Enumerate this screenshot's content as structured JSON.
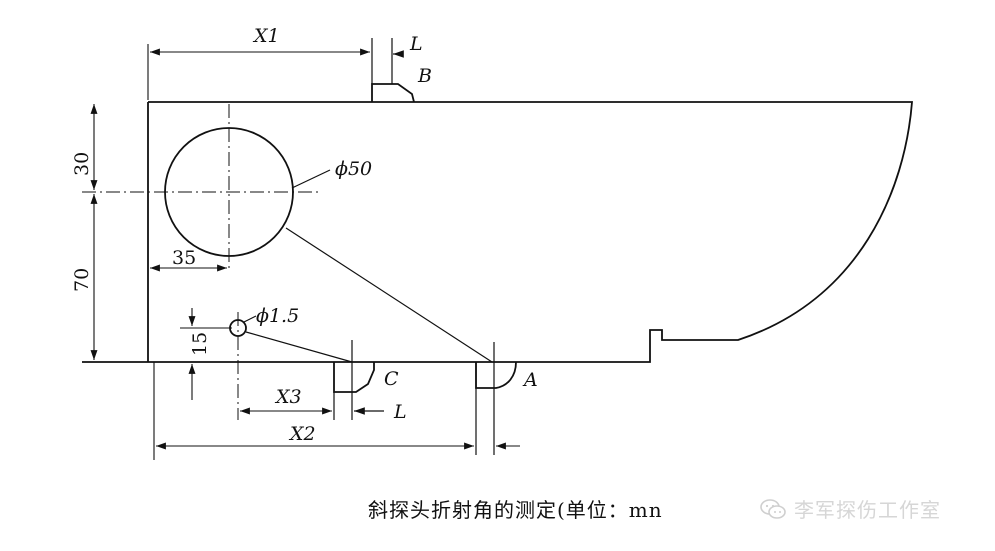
{
  "figure": {
    "labels": {
      "x1": "X1",
      "l_top": "L",
      "b": "B",
      "dim_30": "30",
      "phi50": "ϕ50",
      "dim_35": "35",
      "dim_70": "70",
      "phi1_5": "ϕ1.5",
      "dim_15": "15",
      "c": "C",
      "a": "A",
      "x3": "X3",
      "l_bottom": "L",
      "x2": "X2"
    }
  },
  "caption": "斜探头折射角的测定(单位：mn",
  "watermark": {
    "icon": "wechat-icon",
    "text": "李军探伤工作室"
  }
}
